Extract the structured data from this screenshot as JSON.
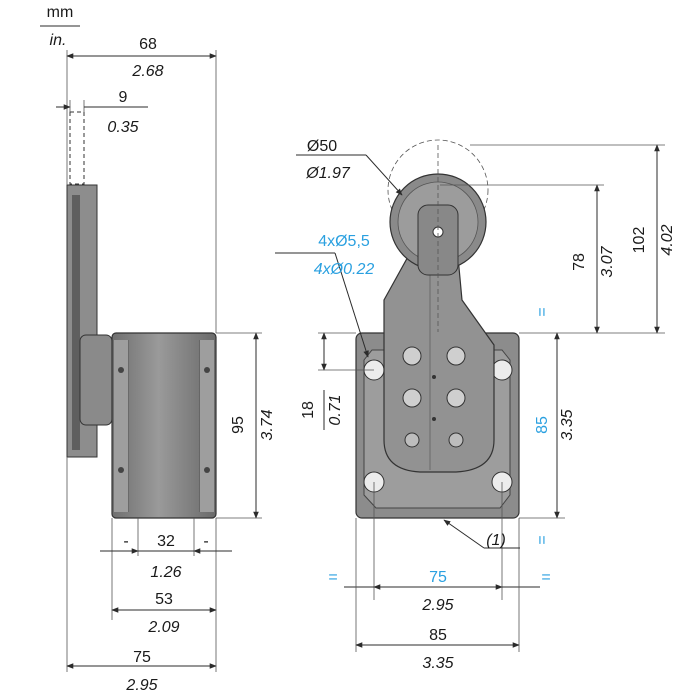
{
  "units": {
    "primary": "mm",
    "secondary": "in."
  },
  "colors": {
    "body": "#8a8a8a",
    "body_dark": "#5e5e5e",
    "body_light": "#b5b5b5",
    "outline": "#2b2b2b",
    "accent": "#2aa0e0"
  },
  "side_view": {
    "d68": {
      "mm": "68",
      "in": "2.68"
    },
    "d9": {
      "mm": "9",
      "in": "0.35"
    },
    "d95": {
      "mm": "95",
      "in": "3.74"
    },
    "d32": {
      "mm": "32",
      "in": "1.26",
      "left_mark": "-",
      "right_mark": "-"
    },
    "d53": {
      "mm": "53",
      "in": "2.09"
    },
    "d75": {
      "mm": "75",
      "in": "2.95"
    }
  },
  "front_view": {
    "roller_dia": {
      "mm": "Ø50",
      "in": "Ø1.97"
    },
    "holes": {
      "mm": "4xØ5,5",
      "in": "4xØ0.22"
    },
    "d102": {
      "mm": "102",
      "in": "4.02"
    },
    "d78": {
      "mm": "78",
      "in": "3.07"
    },
    "d18": {
      "mm": "18",
      "in": "0.71"
    },
    "d85v": {
      "mm": "85",
      "in": "3.35",
      "mark": "="
    },
    "d75h": {
      "mm": "75",
      "in": "2.95",
      "mark": "="
    },
    "d85h": {
      "mm": "85",
      "in": "3.35"
    },
    "note": "(1)"
  }
}
